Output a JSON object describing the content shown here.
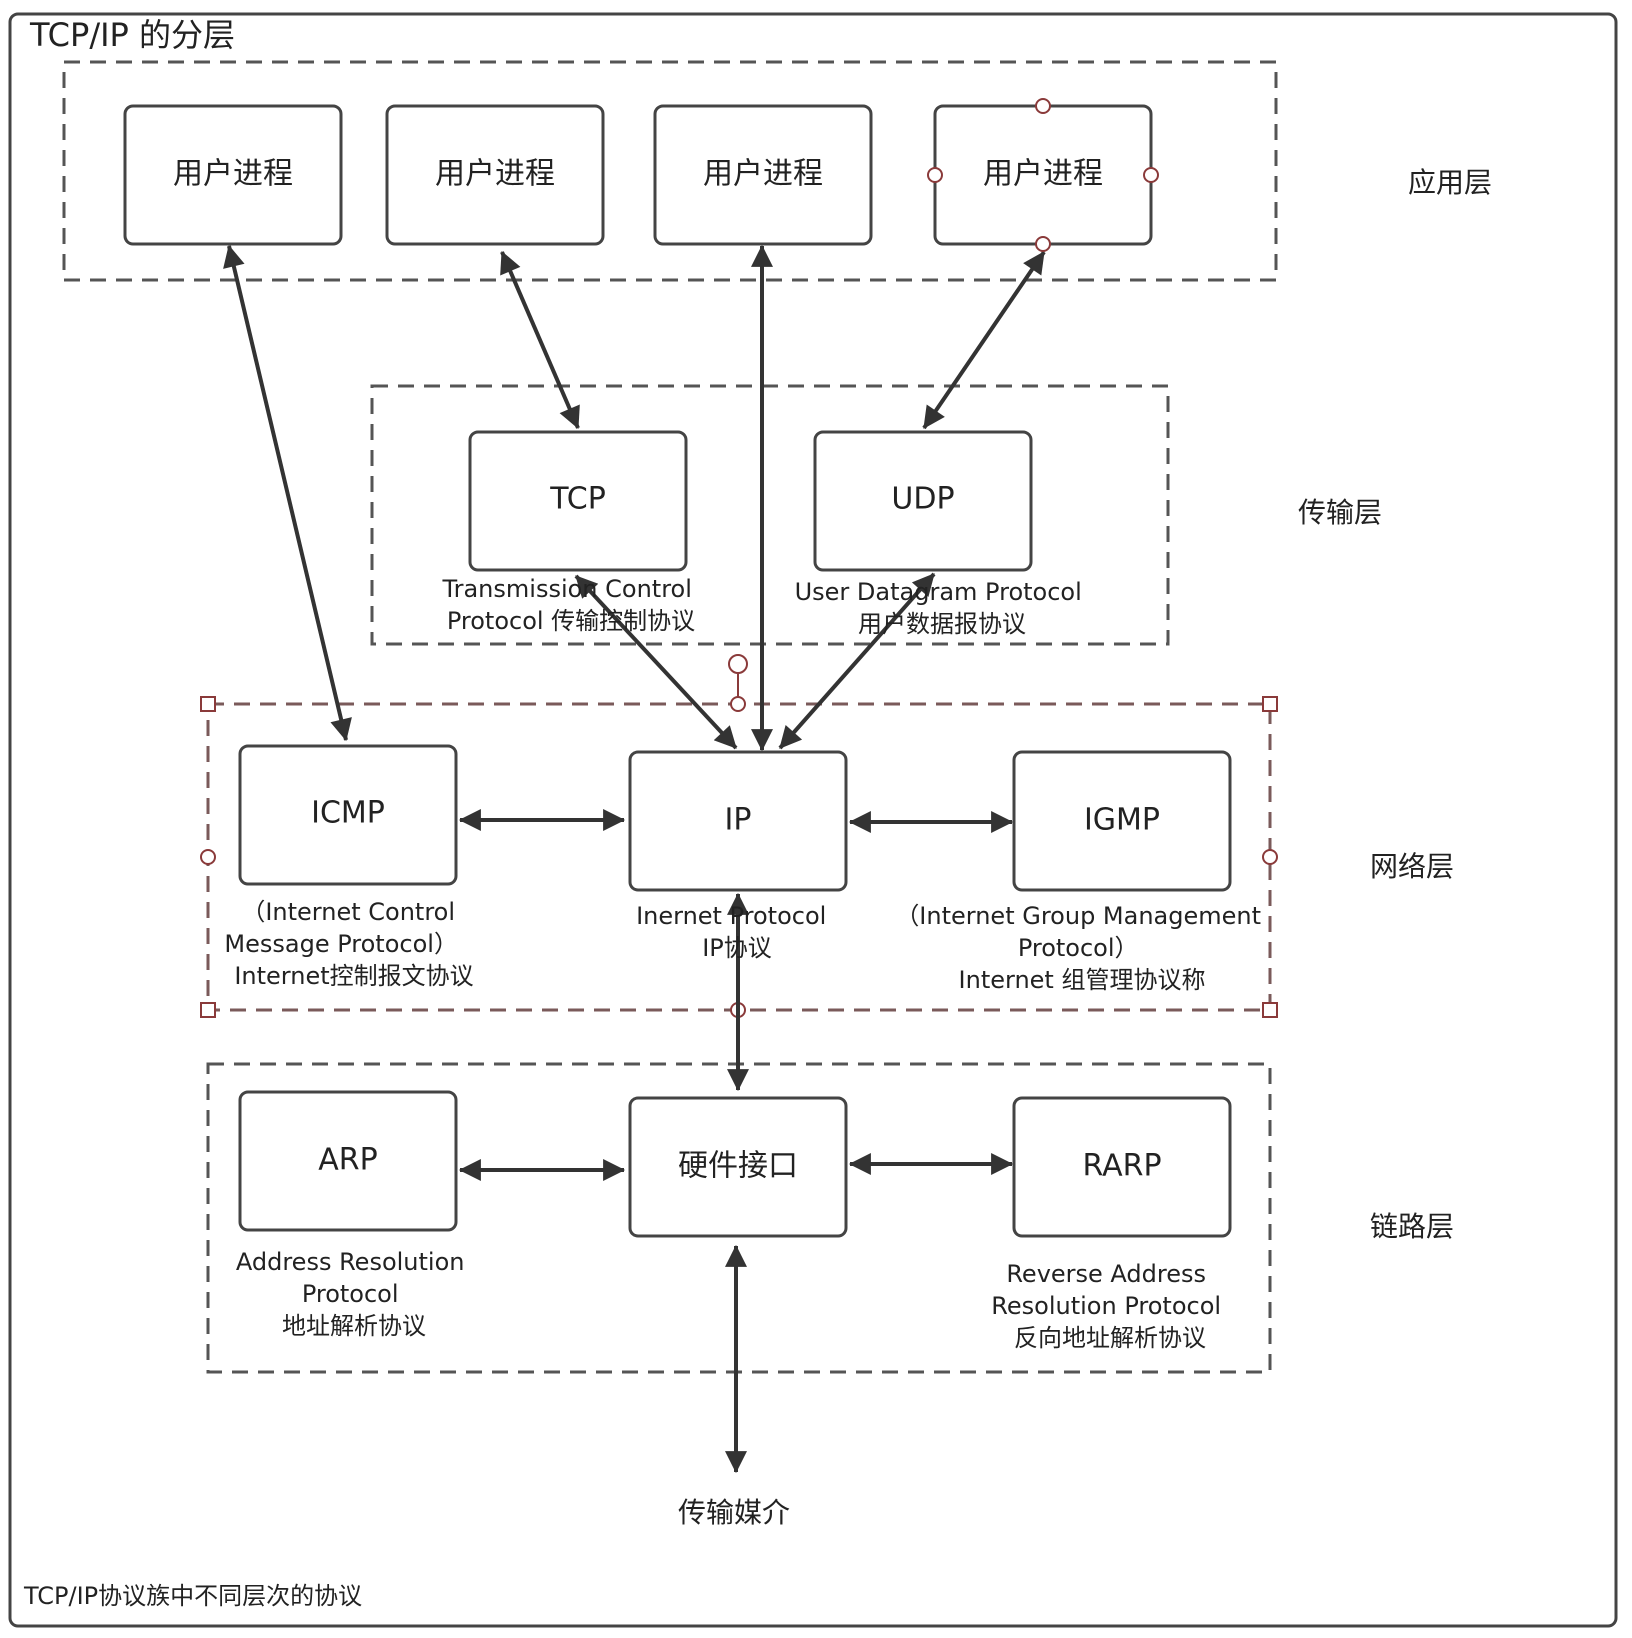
{
  "diagram": {
    "title": "TCP/IP 的分层",
    "caption": "TCP/IP协议族中不同层次的协议",
    "layers": {
      "application": "应用层",
      "transport": "传输层",
      "network": "网络层",
      "link": "链路层"
    },
    "nodes": {
      "user_process": "用户进程",
      "tcp": "TCP",
      "udp": "UDP",
      "icmp": "ICMP",
      "ip": "IP",
      "igmp": "IGMP",
      "arp": "ARP",
      "hardware": "硬件接口",
      "rarp": "RARP"
    },
    "descriptions": {
      "tcp": [
        "Transmission Control",
        "Protocol 传输控制协议"
      ],
      "udp": [
        "User Datagram Protocol",
        "用户数据报协议"
      ],
      "icmp": [
        "（Internet Control",
        "Message Protocol）",
        "Internet控制报文协议"
      ],
      "ip": [
        "Inernet Protocol",
        "IP协议"
      ],
      "igmp": [
        "（Internet Group Management",
        "Protocol）",
        "Internet 组管理协议称"
      ],
      "arp": [
        "Address Resolution",
        "Protocol",
        "地址解析协议"
      ],
      "rarp": [
        "Reverse Address",
        "Resolution Protocol",
        "反向地址解析协议"
      ]
    },
    "medium": "传输媒介"
  }
}
